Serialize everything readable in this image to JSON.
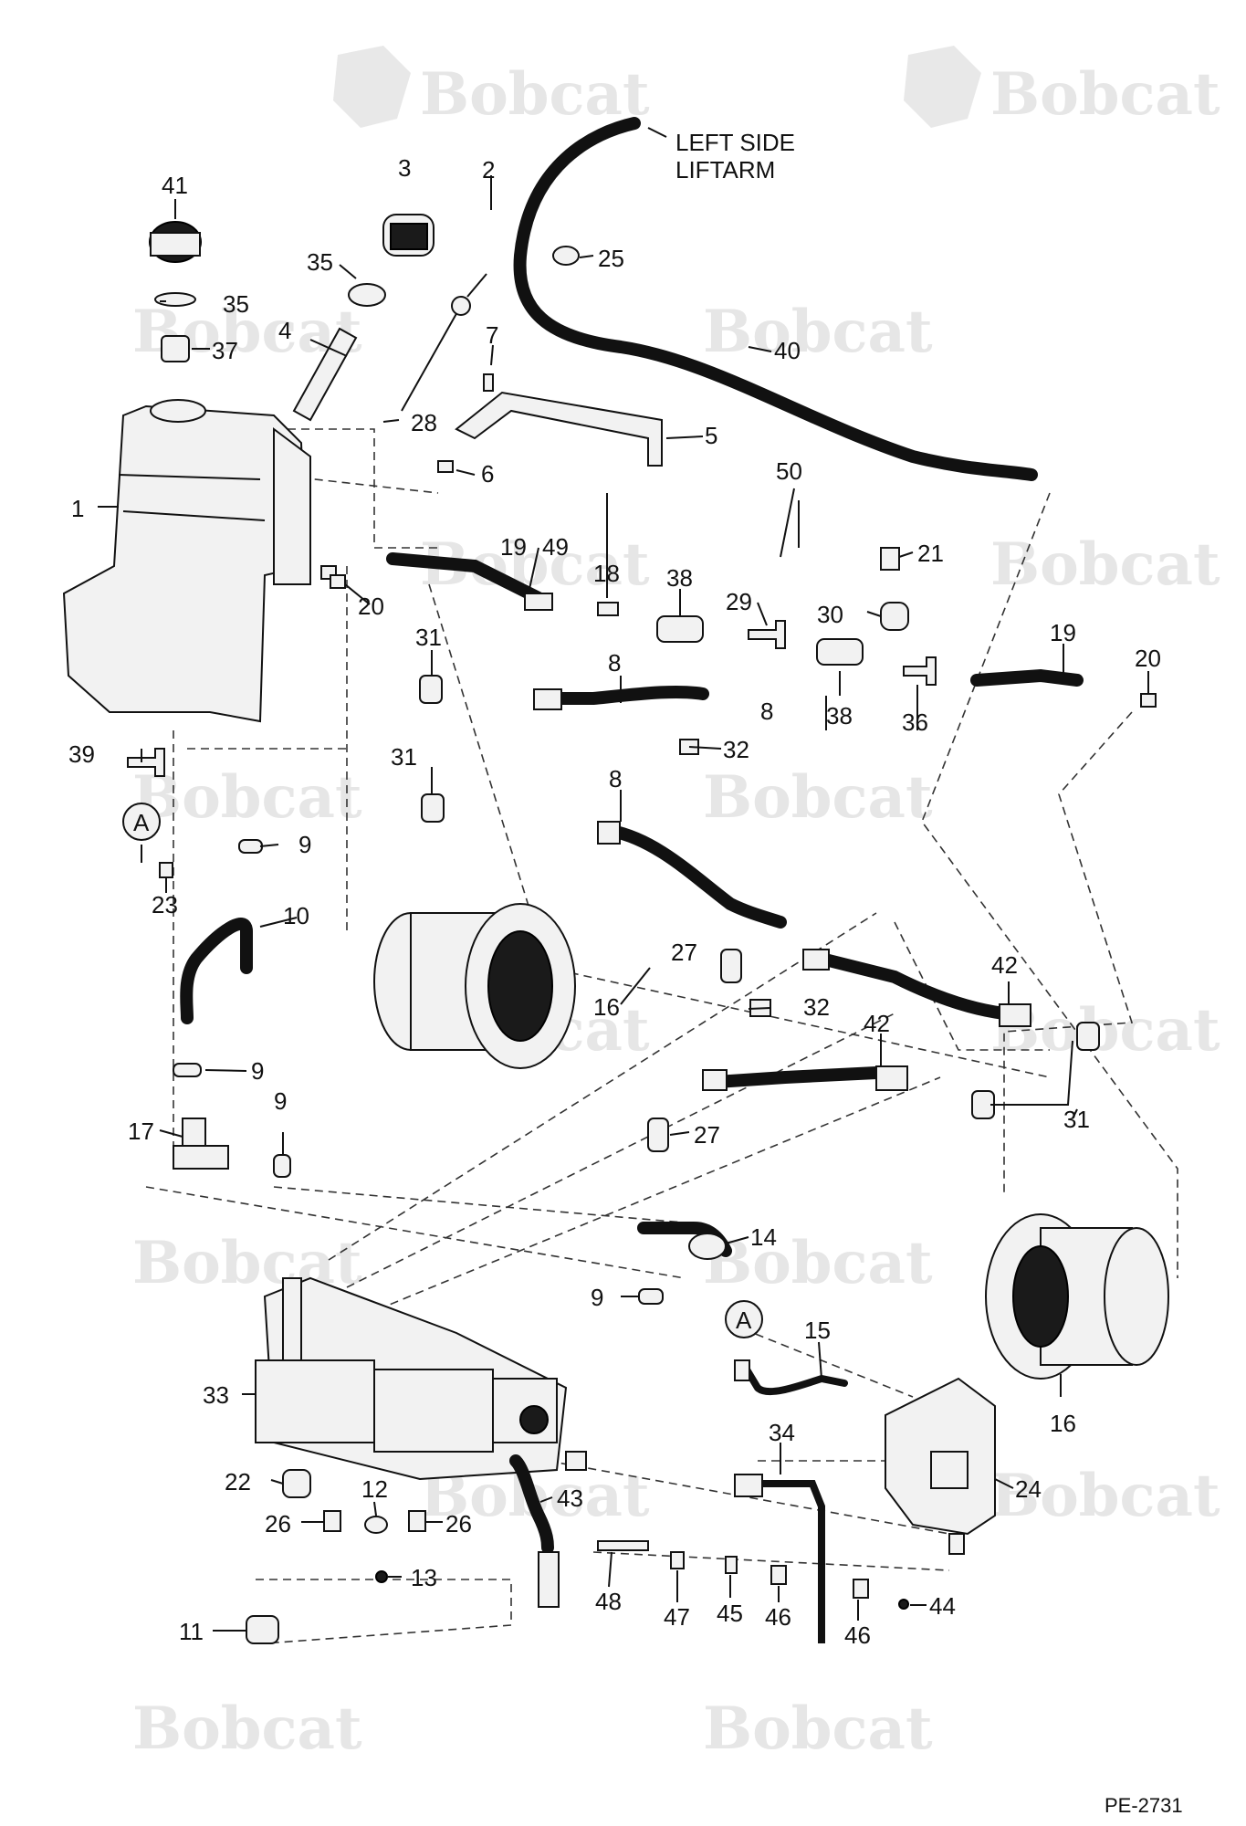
{
  "watermark": {
    "brand": "Bobcat"
  },
  "notes": {
    "left_side_line1": "LEFT SIDE",
    "left_side_line2": "LIFTARM",
    "ref_a": "A"
  },
  "drawing_code": "PE-2731",
  "callouts": {
    "c1": "1",
    "c2": "2",
    "c3": "3",
    "c4": "4",
    "c5": "5",
    "c6": "6",
    "c7": "7",
    "c8a": "8",
    "c8b": "8",
    "c8c": "8",
    "c9a": "9",
    "c9b": "9",
    "c9c": "9",
    "c9d": "9",
    "c10": "10",
    "c11": "11",
    "c12": "12",
    "c13": "13",
    "c14": "14",
    "c15": "15",
    "c16a": "16",
    "c16b": "16",
    "c17": "17",
    "c18": "18",
    "c19a": "19",
    "c19b": "19",
    "c20a": "20",
    "c20b": "20",
    "c21": "21",
    "c22": "22",
    "c23": "23",
    "c24": "24",
    "c25": "25",
    "c26a": "26",
    "c26b": "26",
    "c27a": "27",
    "c27b": "27",
    "c28": "28",
    "c29": "29",
    "c30": "30",
    "c31a": "31",
    "c31b": "31",
    "c31c": "31",
    "c32a": "32",
    "c32b": "32",
    "c33": "33",
    "c34": "34",
    "c35a": "35",
    "c35b": "35",
    "c36": "36",
    "c37": "37",
    "c38a": "38",
    "c38b": "38",
    "c39": "39",
    "c40": "40",
    "c41": "41",
    "c42a": "42",
    "c42b": "42",
    "c43": "43",
    "c44": "44",
    "c45": "45",
    "c46a": "46",
    "c46b": "46",
    "c47": "47",
    "c48": "48",
    "c49": "49",
    "c50": "50"
  }
}
